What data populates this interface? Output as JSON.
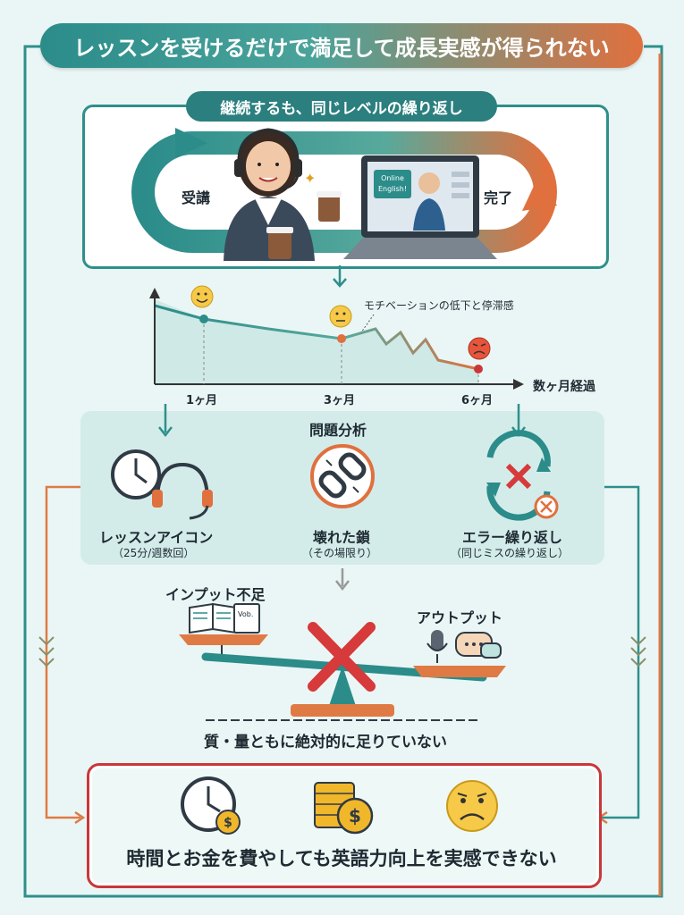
{
  "title": "レッスンを受けるだけで満足して成長実感が得られない",
  "cycle": {
    "subtitle": "継続するも、同じレベルの繰り返し",
    "left_label": "受講",
    "right_label": "完了",
    "screen_text": "Online English!"
  },
  "chart_data": {
    "type": "line",
    "x_label": "数ヶ月経過",
    "x_ticks": [
      "1ヶ月",
      "3ヶ月",
      "6ヶ月"
    ],
    "annotation": "モチベーションの低下と停滞感"
  },
  "analysis": {
    "title": "問題分析",
    "items": [
      {
        "label": "レッスンアイコン",
        "sub": "（25分/週数回）",
        "icon": "clock-headset-icon"
      },
      {
        "label": "壊れた鎖",
        "sub": "（その場限り）",
        "icon": "broken-chain-icon"
      },
      {
        "label": "エラー繰り返し",
        "sub": "（同じミスの繰り返し）",
        "icon": "error-cycle-icon"
      }
    ]
  },
  "balance": {
    "left_label": "インプット不足",
    "right_label": "アウトプット",
    "book_tag": "Vob.",
    "caption": "質・量ともに絶対的に足りていない"
  },
  "result": {
    "text": "時間とお金を費やしても英語力向上を実感できない"
  },
  "colors": {
    "teal": "#2b8c8a",
    "orange": "#e0703e",
    "red": "#c9373a"
  }
}
